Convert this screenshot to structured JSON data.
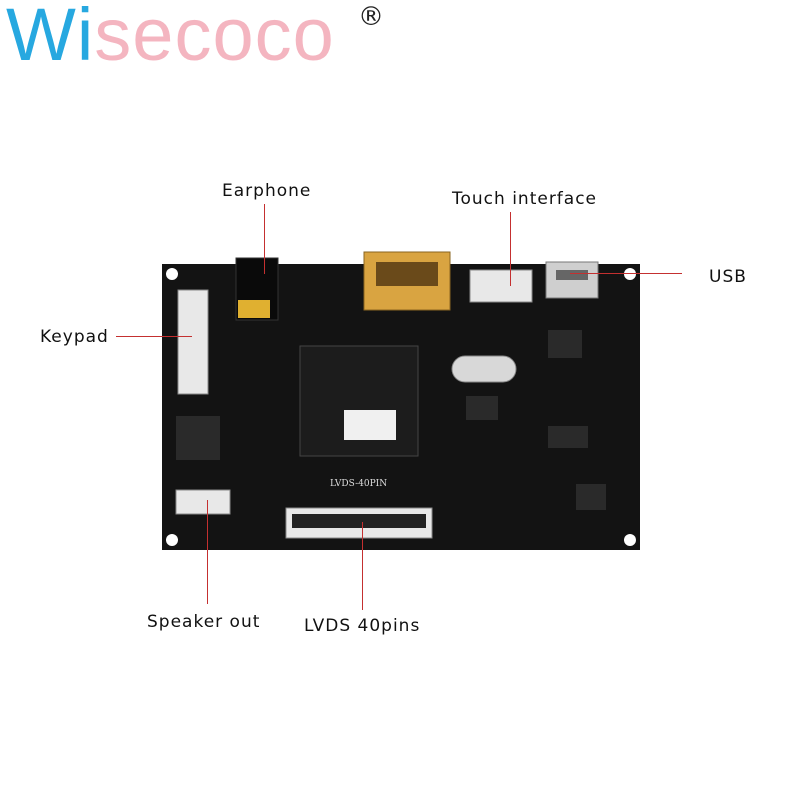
{
  "brand": {
    "name_blue": "Wi",
    "name_pink": "secoco",
    "registered": "®"
  },
  "labels": {
    "earphone": "Earphone",
    "touch_interface": "Touch interface",
    "usb": "USB",
    "keypad": "Keypad",
    "speaker_out": "Speaker out",
    "lvds": "LVDS 40pins"
  },
  "board_marking": "LVDS-40PIN",
  "colors": {
    "brand_blue": "#27a8e0",
    "brand_pink": "#f4b5c0",
    "pcb": "#131313",
    "leader_line": "#c43030"
  }
}
